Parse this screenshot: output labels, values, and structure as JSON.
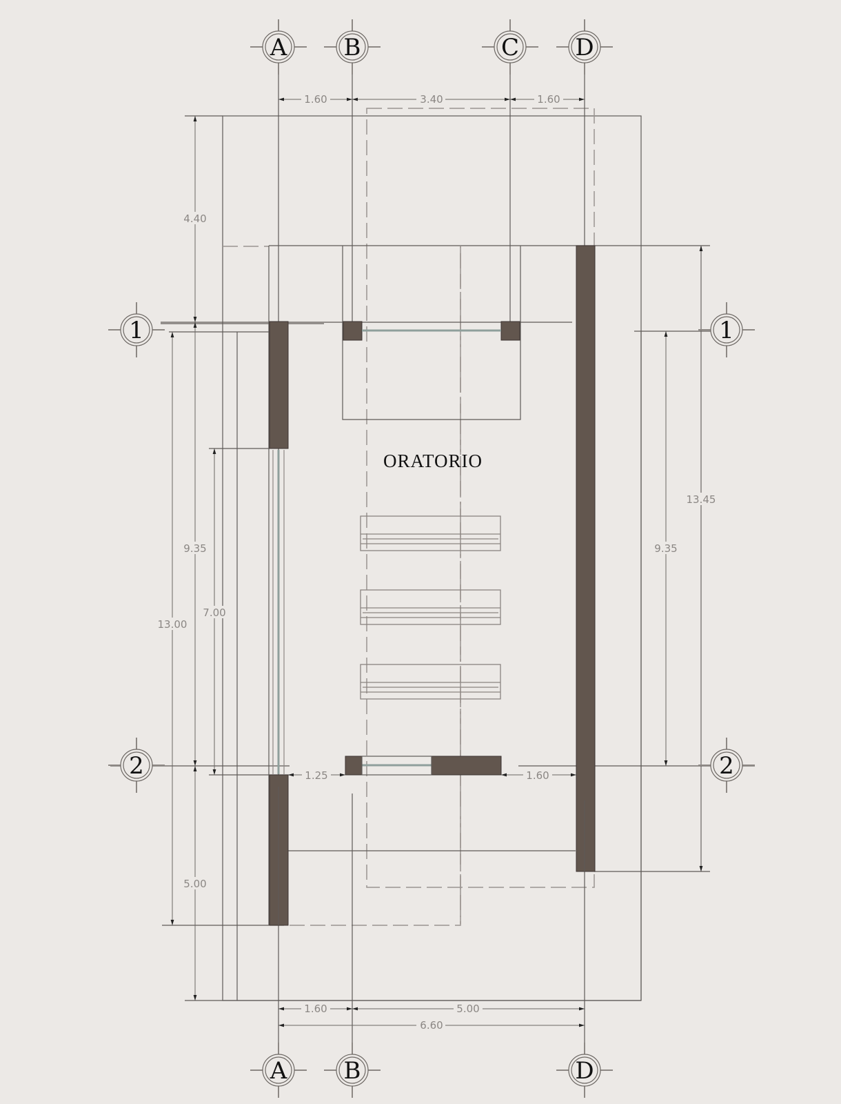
{
  "drawing": {
    "type": "architectural floor plan",
    "room_label": "ORATORIO",
    "colors": {
      "background": "#ece9e6",
      "wall_fill": "#62564e",
      "glass": "#8fa09c",
      "dimension_text": "#8b8784",
      "line": "#5e5a57"
    }
  },
  "grid_axes": {
    "columns_top": [
      "A",
      "B",
      "C",
      "D"
    ],
    "columns_bottom": [
      "A",
      "B",
      "D"
    ],
    "rows_left": [
      "1",
      "2"
    ],
    "rows_right": [
      "1",
      "2"
    ]
  },
  "dimensions": {
    "top": {
      "ab": "1.60",
      "bc": "3.40",
      "cd": "1.60"
    },
    "bottom": {
      "ab": "1.60",
      "bd": "5.00",
      "ad_total": "6.60"
    },
    "left": {
      "upper": "4.40",
      "row1_row2": "9.35",
      "window": "7.00",
      "total": "13.00",
      "lower": "5.00"
    },
    "right": {
      "row1_row2": "9.35",
      "wall_total": "13.45"
    },
    "interior": {
      "door_left": "1.25",
      "door_right": "1.60"
    }
  },
  "furniture": {
    "pews": 3
  }
}
